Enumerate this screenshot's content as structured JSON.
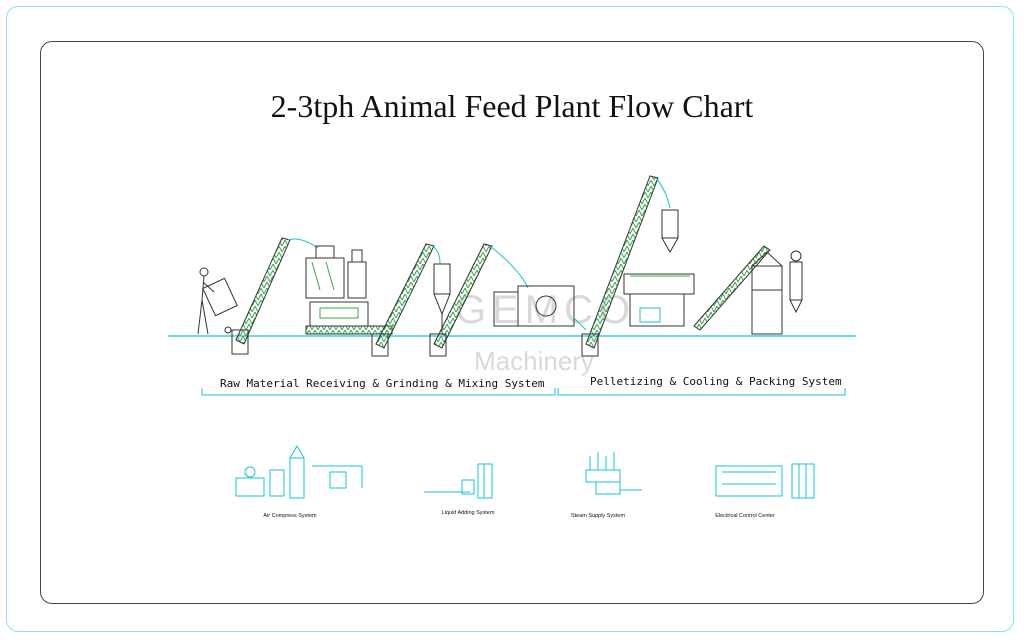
{
  "title": "2-3tph Animal Feed Plant Flow Chart",
  "systems": [
    {
      "label": "Raw Material Receiving & Grinding & Mixing System"
    },
    {
      "label": "Pelletizing & Cooling & Packing System"
    }
  ],
  "auxiliary": [
    {
      "label": "Air Compress System",
      "icon": "air-compressor-icon"
    },
    {
      "label": "Liquid Adding System",
      "icon": "liquid-adding-icon"
    },
    {
      "label": "Steam Supply System",
      "icon": "steam-supply-icon"
    },
    {
      "label": "Electrical Control Center",
      "icon": "control-cabinet-icon"
    }
  ],
  "watermark": {
    "brand": "GEMCO",
    "sub": "Machinery"
  },
  "colors": {
    "frame_outer": "#7fe8f0",
    "frame_inner": "#444444",
    "line_cyan": "#19c4d4",
    "conveyor_green": "#3aa84a"
  }
}
